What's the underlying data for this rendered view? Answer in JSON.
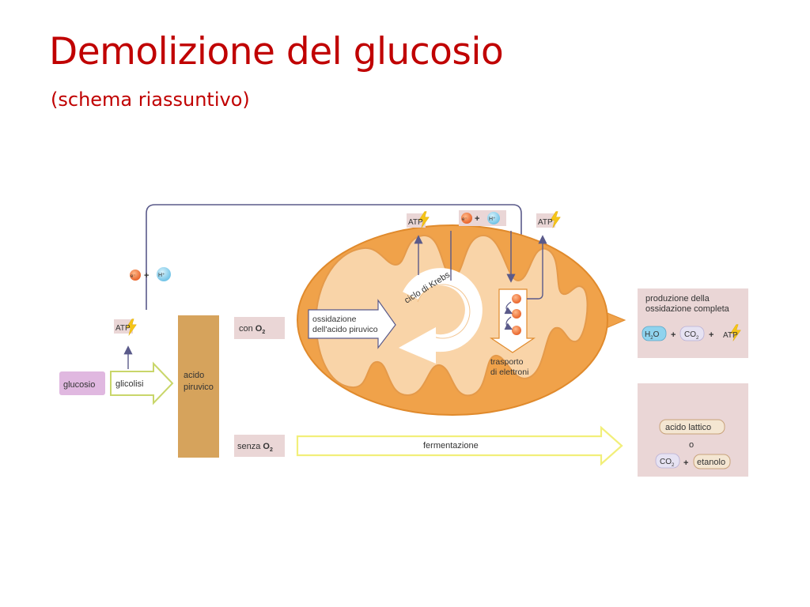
{
  "slide": {
    "title": "Demolizione del glucosio",
    "subtitle": "(schema riassuntivo)"
  },
  "diagram": {
    "glucosio": "glucosio",
    "glicolisi": "glicolisi",
    "atp": "ATP",
    "electron_symbol": "e⁻",
    "proton_symbol": "H⁺",
    "plus": "+",
    "acido_piruvico": [
      "acido",
      "piruvico"
    ],
    "con_o2": {
      "prefix": "con ",
      "o": "O",
      "sub": "2"
    },
    "senza_o2": {
      "prefix": "senza ",
      "o": "O",
      "sub": "2"
    },
    "ossidazione": [
      "ossidazione",
      "dell'acido piruvico"
    ],
    "ciclo_krebs": "ciclo di Krebs",
    "trasporto": [
      "trasporto",
      "di elettroni"
    ],
    "fermentazione": "fermentazione",
    "produzione": [
      "produzione della",
      "ossidazione completa"
    ],
    "h2o": {
      "h": "H",
      "sub": "2",
      "o": "O"
    },
    "co2": {
      "c": "CO",
      "sub": "2"
    },
    "acido_lattico": "acido lattico",
    "o_separator": "o",
    "etanolo": "etanolo"
  },
  "colors": {
    "title": "#c00000",
    "mitochondrion": "#f0a24a",
    "matrix": "#f9d4a8",
    "pyruvate": "#d6a35c",
    "label_box": "#ead6d6",
    "electron": "#f07a3a",
    "proton": "#8fd3ee",
    "atp": "#f5c518",
    "glucosio_box": "#e0b8e0",
    "glicolisi_arrow": "#c9d66a",
    "fermentazione_arrow": "#f2ef7a",
    "line": "#5a5a8a"
  }
}
